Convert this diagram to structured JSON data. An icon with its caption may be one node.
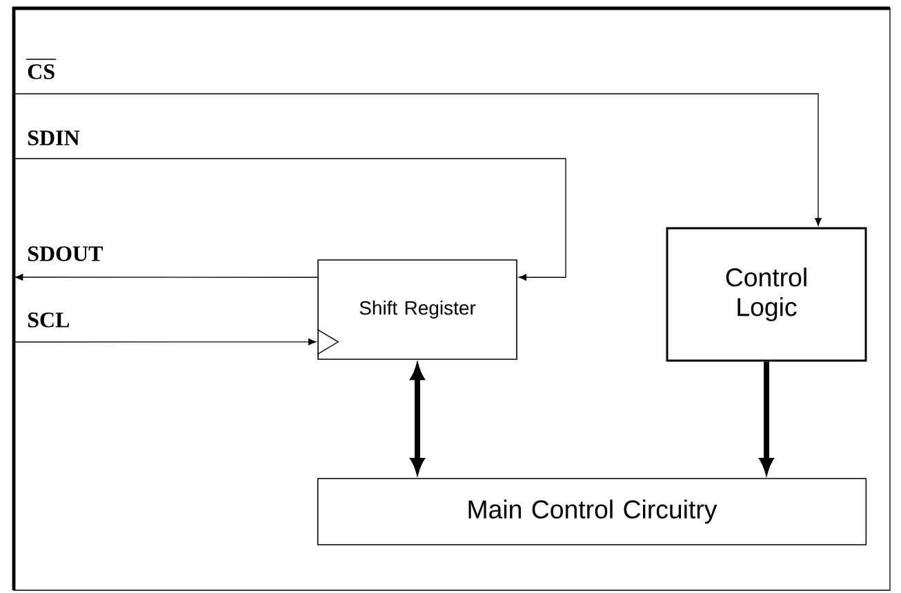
{
  "diagram": {
    "nodes": [
      {
        "text": [
          "Shift Register"
        ]
      },
      {
        "text": [
          "Control Logic"
        ]
      },
      {
        "text": [
          "Main Control Circuitry"
        ]
      }
    ],
    "edges": [
      {
        "from": null,
        "to": 1,
        "arrow": "to",
        "label": "CS"
      },
      {
        "from": null,
        "to": 0,
        "arrow": "to",
        "label": "SDIN"
      },
      {
        "from": 0,
        "to": null,
        "arrow": "to",
        "label": "SDOUT"
      },
      {
        "from": null,
        "to": 0,
        "arrow": "to",
        "label": "SCL"
      },
      {
        "from": 0,
        "to": 2,
        "arrow": "both",
        "style": "thick"
      },
      {
        "from": 1,
        "to": 2,
        "arrow": "to",
        "style": "thick"
      }
    ]
  }
}
